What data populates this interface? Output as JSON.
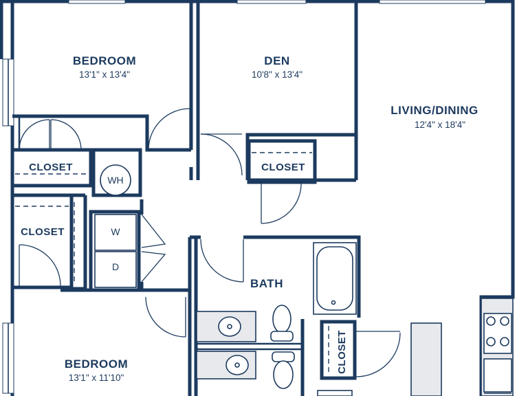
{
  "rooms": {
    "bedroom1": {
      "name": "BEDROOM",
      "dims": "13'1\" x 13'4\""
    },
    "den": {
      "name": "DEN",
      "dims": "10'8\" x 13'4\""
    },
    "living": {
      "name": "LIVING/DINING",
      "dims": "12'4\" x 18'4\""
    },
    "bath": {
      "name": "BATH"
    },
    "bedroom2": {
      "name": "BEDROOM",
      "dims": "13'1\" x 11'10\""
    }
  },
  "closets": {
    "closet_bed1": "CLOSET",
    "closet_den": "CLOSET",
    "closet_hall": "CLOSET",
    "closet_bath": "CLOSET"
  },
  "appliances": {
    "water_heater": "WH",
    "washer": "W",
    "dryer": "D"
  },
  "colors": {
    "wall": "#1c3a5e",
    "counter": "#e7e9ec",
    "background": "#ffffff"
  }
}
